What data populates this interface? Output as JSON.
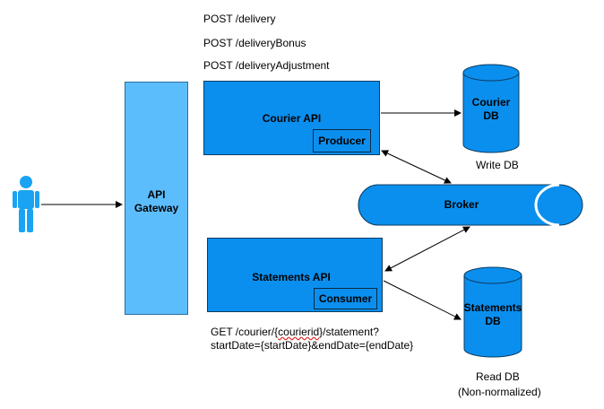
{
  "endpoints": [
    "POST /delivery",
    "POST /deliveryBonus",
    "POST /deliveryAdjustment"
  ],
  "gateway": {
    "line1": "API",
    "line2": "Gateway"
  },
  "courier_api": {
    "title": "Courier API",
    "producer": "Producer"
  },
  "statements_api": {
    "title": "Statements API",
    "consumer": "Consumer"
  },
  "courier_db": {
    "line1": "Courier",
    "line2": "DB",
    "caption": "Write DB"
  },
  "statements_db": {
    "line1": "Statements",
    "line2": "DB",
    "caption1": "Read DB",
    "caption2": "(Non-normalized)"
  },
  "broker": {
    "label": "Broker"
  },
  "query": {
    "line1_prefix": "GET /courier/{",
    "line1_mid": "courierid",
    "line1_suffix": "}/statement?",
    "line2": "startDate={startDate}&endDate={endDate}"
  },
  "colors": {
    "primary": "#0a8fee",
    "gateway": "#5cbdfd",
    "actor": "#1aa3f2",
    "outline": "#0d3c61"
  }
}
